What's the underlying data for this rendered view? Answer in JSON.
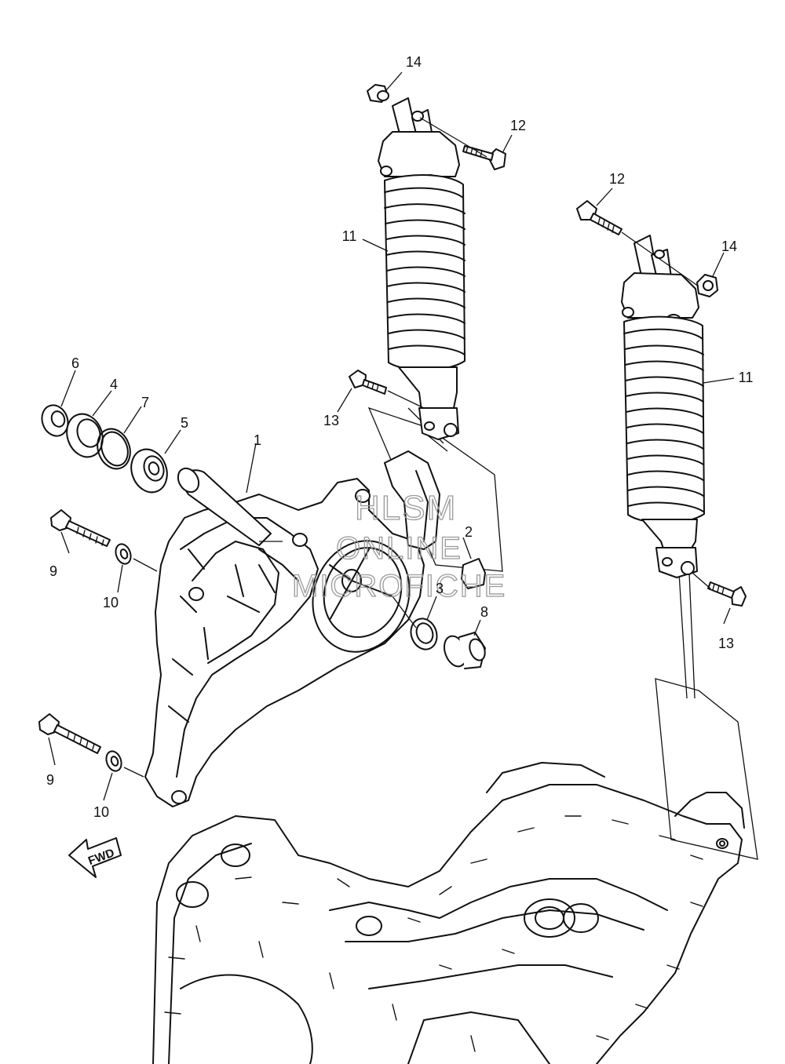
{
  "watermark": {
    "line1": "HLSM",
    "line2": "ONLINE",
    "line3": "MICROFICHE"
  },
  "direction_label": "FWD",
  "callouts": {
    "c1": "1",
    "c2": "2",
    "c3": "3",
    "c4": "4",
    "c5": "5",
    "c6": "6",
    "c7": "7",
    "c8": "8",
    "c9a": "9",
    "c9b": "9",
    "c10a": "10",
    "c10b": "10",
    "c11a": "11",
    "c11b": "11",
    "c12a": "12",
    "c12b": "12",
    "c13a": "13",
    "c13b": "13",
    "c14a": "14",
    "c14b": "14"
  }
}
